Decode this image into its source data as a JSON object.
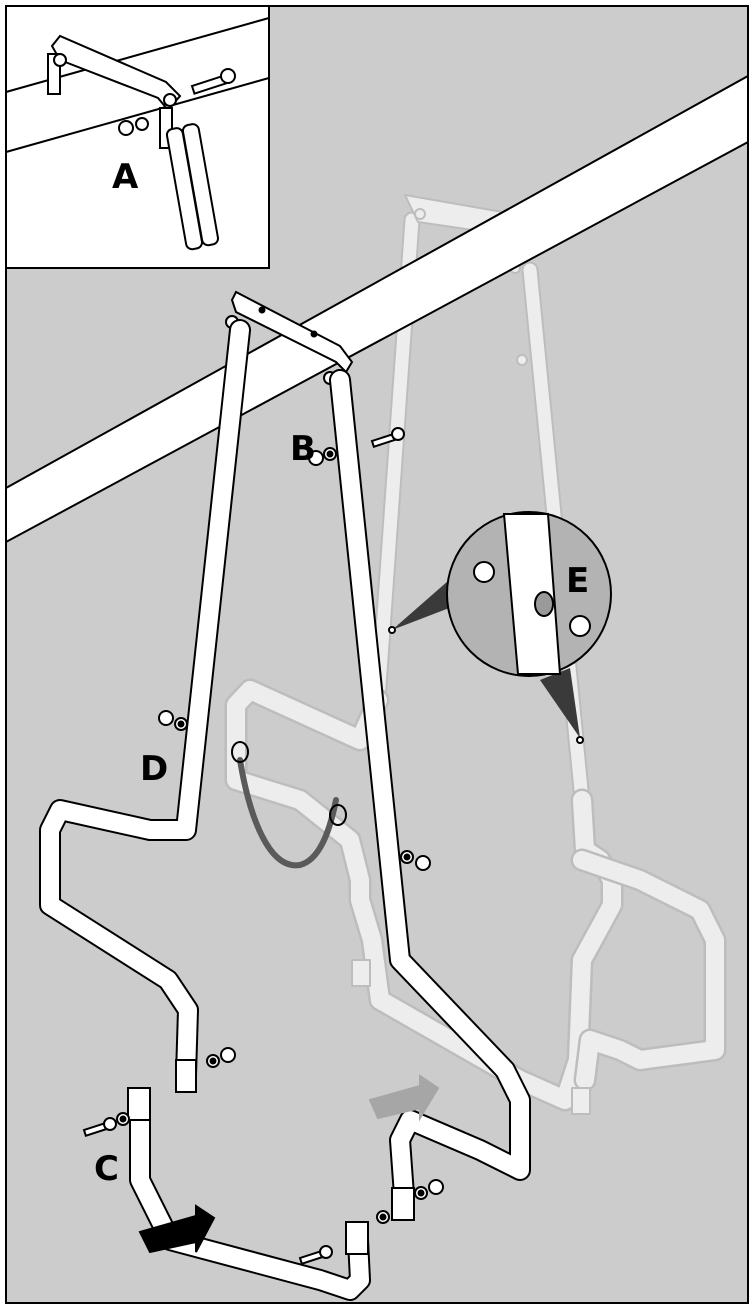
{
  "figure": {
    "background_color": "#cccccc",
    "tube_fill": "#ffffff",
    "ghost_fill": "#ededed",
    "outline_color": "#000000",
    "ghost_outline": "#bdbdbd",
    "strap_color": "#5a5a5a",
    "zoom_fill": "#b3b3b3"
  },
  "callouts": {
    "a": "A",
    "b": "B",
    "c": "C",
    "d": "D",
    "e": "E"
  },
  "icons": {
    "arrows": [
      "push-arrow-icon",
      "push-arrow-icon"
    ],
    "hardware": [
      "bolt-icon",
      "nut-icon",
      "washer-icon"
    ]
  }
}
